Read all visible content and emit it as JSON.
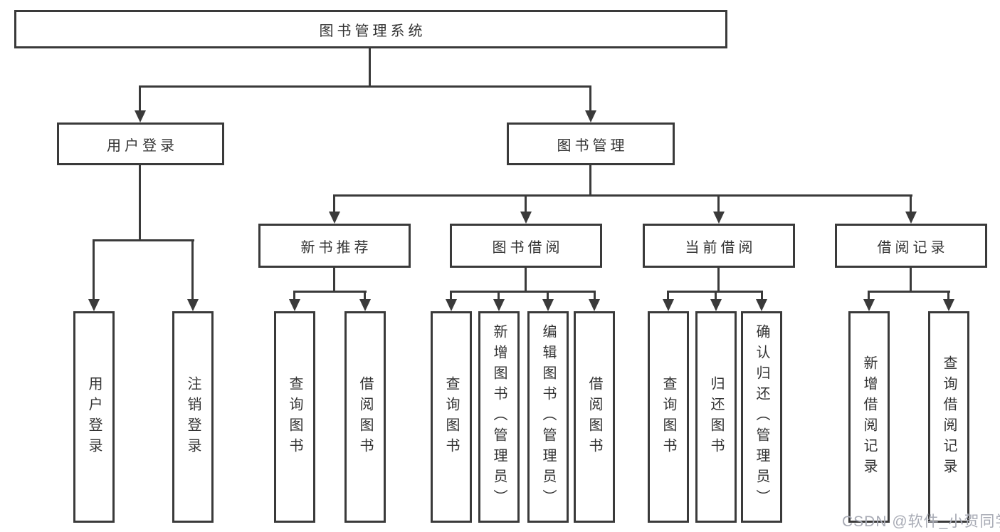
{
  "colors": {
    "line": "#3a3a3a",
    "box_fill": "#ffffff",
    "text": "#333333",
    "background": "#ffffff",
    "watermark": "#a8abb5"
  },
  "tree": {
    "root": {
      "label": "图书管理系统",
      "children": [
        {
          "label": "用户登录",
          "children": [
            {
              "label": "用户登录"
            },
            {
              "label": "注销登录"
            }
          ]
        },
        {
          "label": "图书管理",
          "children": [
            {
              "label": "新书推荐",
              "children": [
                {
                  "label": "查询图书"
                },
                {
                  "label": "借阅图书"
                }
              ]
            },
            {
              "label": "图书借阅",
              "children": [
                {
                  "label": "查询图书"
                },
                {
                  "label": "新增图书（管理员）"
                },
                {
                  "label": "编辑图书（管理员）"
                },
                {
                  "label": "借阅图书"
                }
              ]
            },
            {
              "label": "当前借阅",
              "children": [
                {
                  "label": "查询图书"
                },
                {
                  "label": "归还图书"
                },
                {
                  "label": "确认归还（管理员）"
                }
              ]
            },
            {
              "label": "借阅记录",
              "children": [
                {
                  "label": "新增借阅记录"
                },
                {
                  "label": "查询借阅记录"
                }
              ]
            }
          ]
        }
      ]
    }
  },
  "watermark": {
    "text": "CSDN @软件_小贺同学"
  }
}
